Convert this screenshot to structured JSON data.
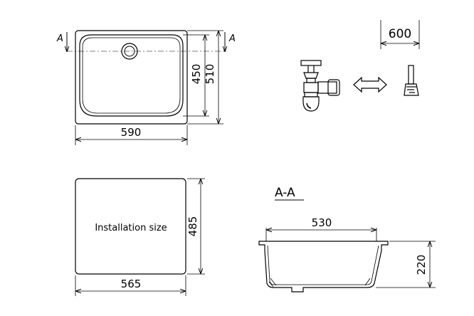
{
  "top_view": {
    "width_label": "590",
    "inner_depth_label": "450",
    "outer_depth_label": "510",
    "section_mark_left": "A",
    "section_mark_right": "A"
  },
  "cabinet": {
    "label": "600"
  },
  "cutout": {
    "label": "Installation size",
    "width_label": "565",
    "depth_label": "485"
  },
  "section": {
    "title": "A-A",
    "width_label": "530",
    "depth_label": "220"
  }
}
